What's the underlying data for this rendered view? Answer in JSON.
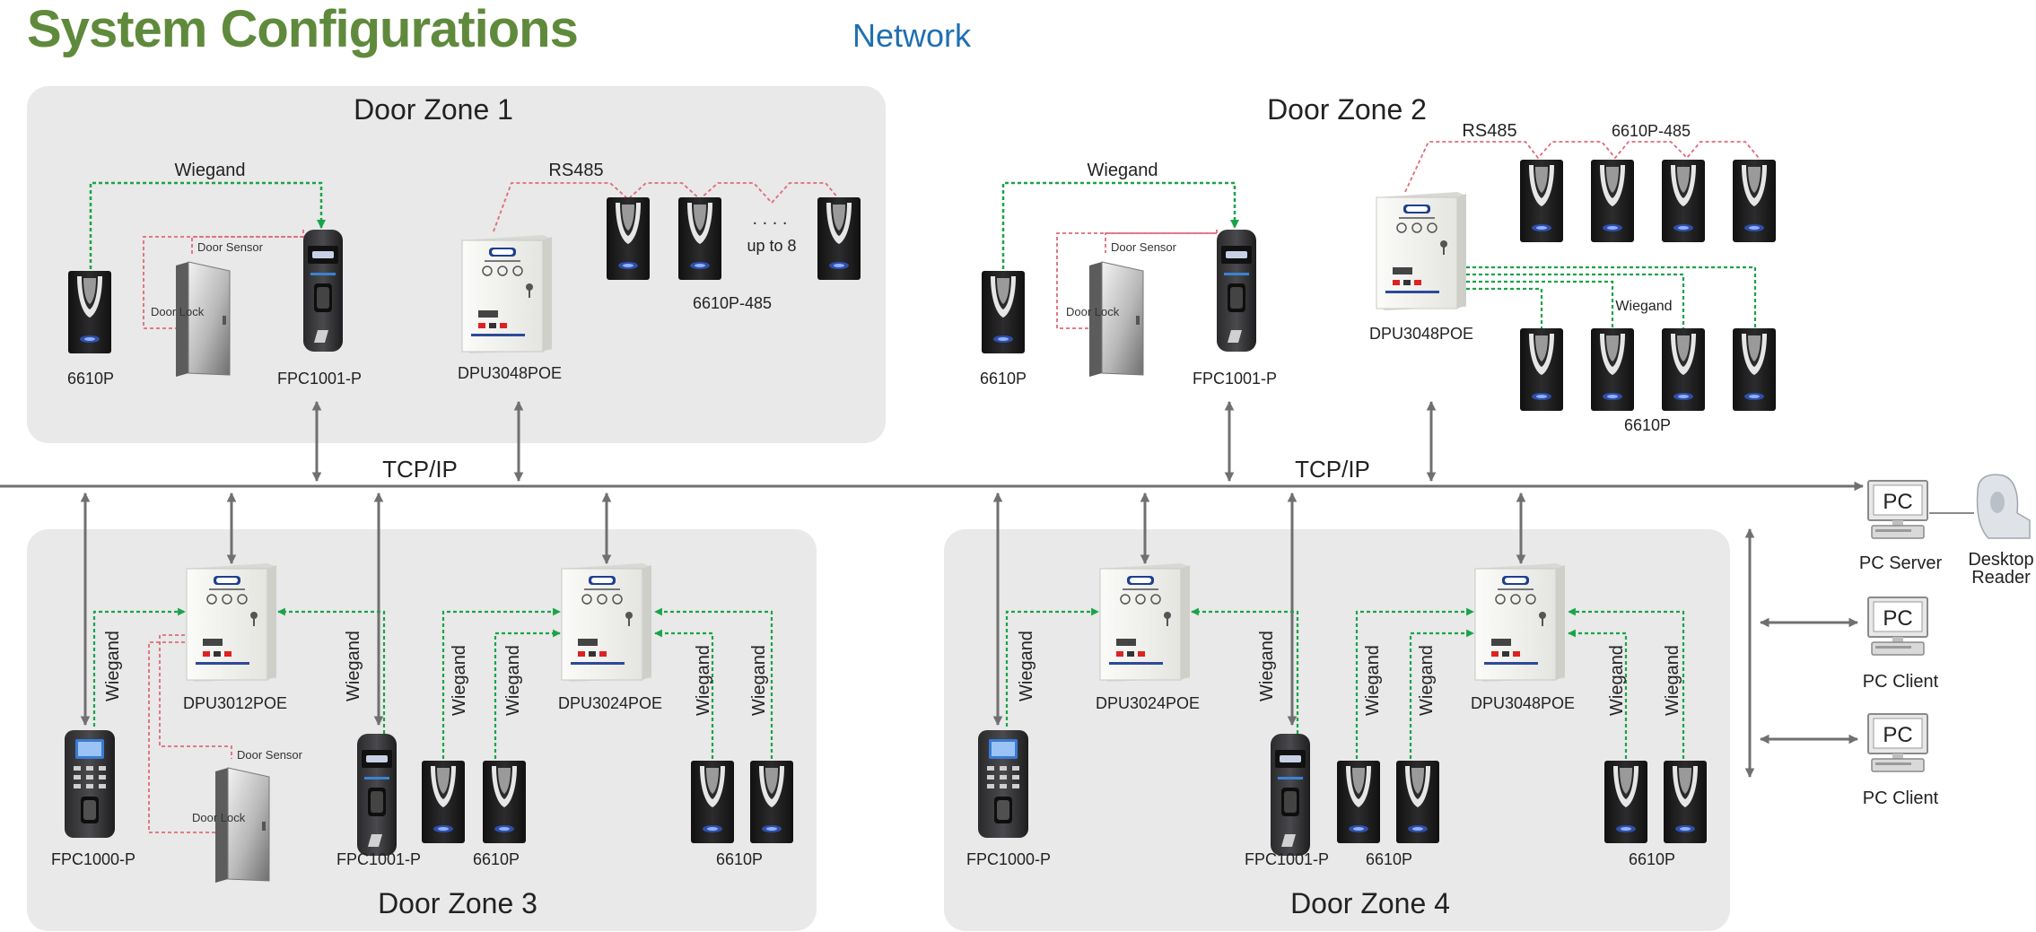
{
  "header": {
    "title": "System Configurations",
    "subtitle": "Network",
    "title_color": "#5f8a3c",
    "subtitle_color": "#1f6fb2"
  },
  "colors": {
    "zone_bg": "#e8e9e8",
    "wiegand_line": "#1aa34a",
    "rs485_line": "#e06a7a",
    "network_line": "#707070",
    "reader_body": "#1c1c1e",
    "panel_body": "#f3f3f1"
  },
  "zones": {
    "zone1": {
      "title": "Door Zone 1",
      "labels": {
        "wiegand": "Wiegand",
        "rs485": "RS485",
        "door_sensor": "Door Sensor",
        "door_lock": "Door Lock",
        "reader": "6610P",
        "fpc": "FPC1001-P",
        "dpu": "DPU3048POE",
        "reader_485": "6610P-485",
        "up_to": "up to 8",
        "dots": ". . . ."
      }
    },
    "zone2": {
      "title": "Door Zone 2",
      "labels": {
        "wiegand": "Wiegand",
        "rs485": "RS485",
        "reader_485": "6610P-485",
        "door_sensor": "Door Sensor",
        "door_lock": "Door Lock",
        "reader": "6610P",
        "fpc": "FPC1001-P",
        "dpu": "DPU3048POE",
        "wiegand2": "Wiegand",
        "reader_group": "6610P"
      }
    },
    "zone3": {
      "title": "Door Zone 3",
      "labels": {
        "dpu_a": "DPU3012POE",
        "dpu_b": "DPU3024POE",
        "fpc1000": "FPC1000-P",
        "fpc1001": "FPC1001-P",
        "reader_a": "6610P",
        "reader_b": "6610P",
        "wiegand": "Wiegand",
        "door_sensor": "Door Sensor",
        "door_lock": "Door Lock"
      }
    },
    "zone4": {
      "title": "Door Zone 4",
      "labels": {
        "dpu_a": "DPU3024POE",
        "dpu_b": "DPU3048POE",
        "fpc1000": "FPC1000-P",
        "fpc1001": "FPC1001-P",
        "reader_a": "6610P",
        "reader_b": "6610P",
        "wiegand": "Wiegand"
      }
    }
  },
  "network": {
    "tcpip_left": "TCP/IP",
    "tcpip_right": "TCP/IP"
  },
  "pcs": {
    "pc_text": "PC",
    "server_label": "PC Server",
    "client1_label": "PC Client",
    "client2_label": "PC Client",
    "desktop_reader_label": "Desktop Reader"
  }
}
